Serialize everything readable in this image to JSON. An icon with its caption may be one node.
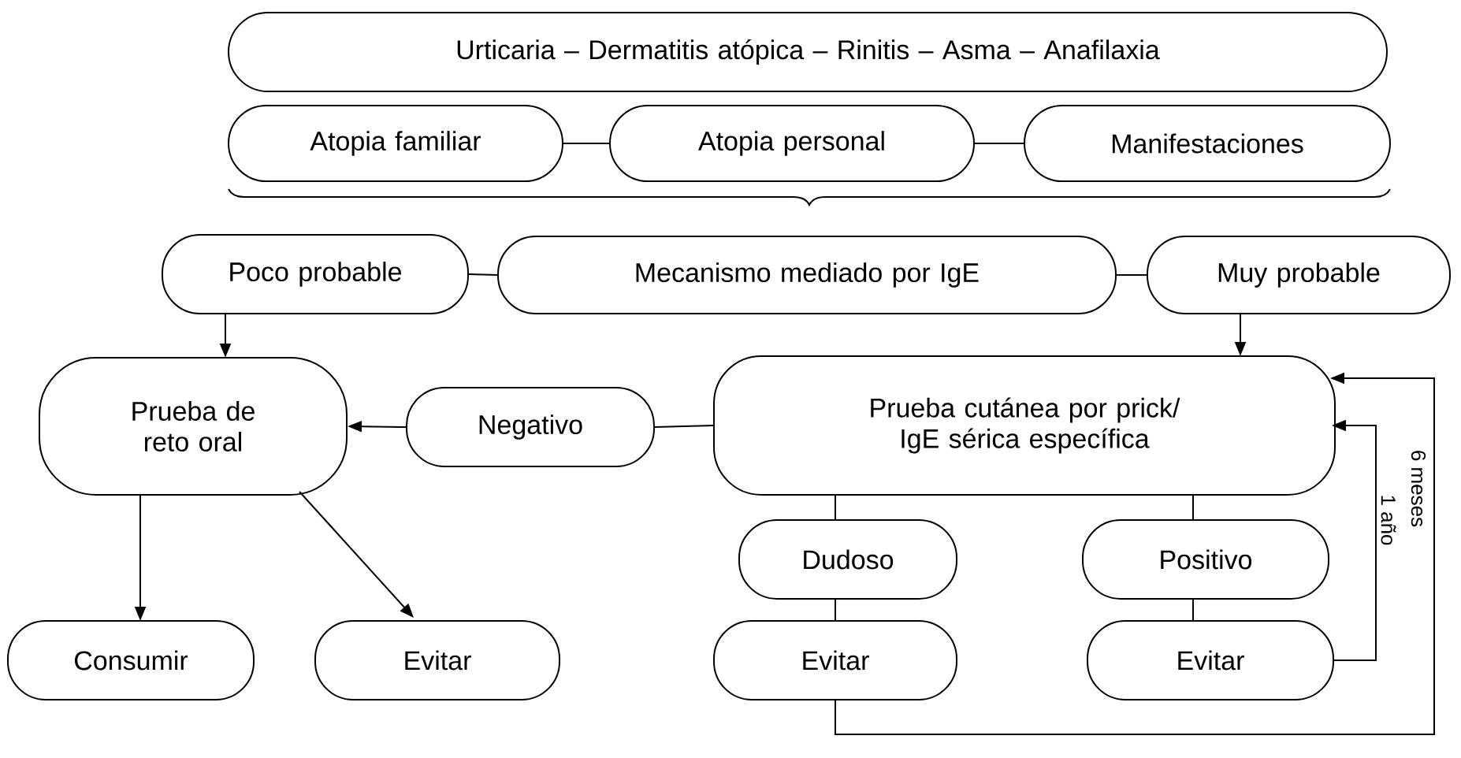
{
  "diagram": {
    "nodes": [
      {
        "text": [
          "Urticaria – Dermatitis atópica – Rinitis – Asma – Anafilaxia"
        ]
      },
      {
        "text": [
          "Atopia familiar"
        ]
      },
      {
        "text": [
          "Atopia personal"
        ]
      },
      {
        "text": [
          "Manifestaciones"
        ]
      },
      {
        "text": [
          "Poco probable"
        ]
      },
      {
        "text": [
          "Mecanismo mediado por IgE"
        ]
      },
      {
        "text": [
          "Muy probable"
        ]
      },
      {
        "text": [
          "Prueba de reto oral"
        ]
      },
      {
        "text": [
          "Negativo"
        ]
      },
      {
        "text": [
          "Prueba cutánea por prick/ IgE sérica específica"
        ]
      },
      {
        "text": [
          "Dudoso"
        ]
      },
      {
        "text": [
          "Positivo"
        ]
      },
      {
        "text": [
          "Consumir"
        ]
      },
      {
        "text": [
          "Evitar"
        ]
      },
      {
        "text": [
          "Evitar"
        ]
      },
      {
        "text": [
          "Evitar"
        ]
      }
    ],
    "edges": [
      {
        "from": 1,
        "to": 2,
        "arrow": "none"
      },
      {
        "from": 2,
        "to": 3,
        "arrow": "none"
      },
      {
        "from": 4,
        "to": 5,
        "arrow": "none"
      },
      {
        "from": 5,
        "to": 6,
        "arrow": "none"
      },
      {
        "from": 4,
        "to": 7,
        "arrow": "to"
      },
      {
        "from": 6,
        "to": 9,
        "arrow": "to"
      },
      {
        "from": 9,
        "to": 8,
        "arrow": "none"
      },
      {
        "from": 8,
        "to": 7,
        "arrow": "to"
      },
      {
        "from": 9,
        "to": 10,
        "arrow": "none"
      },
      {
        "from": 9,
        "to": 11,
        "arrow": "none"
      },
      {
        "from": 10,
        "to": 14,
        "arrow": "none"
      },
      {
        "from": 11,
        "to": 15,
        "arrow": "none"
      },
      {
        "from": 7,
        "to": 12,
        "arrow": "to"
      },
      {
        "from": 7,
        "to": 13,
        "arrow": "to"
      },
      {
        "from": 15,
        "to": 9,
        "arrow": "to",
        "label": "1 año"
      },
      {
        "from": 14,
        "to": 9,
        "arrow": "to",
        "label": "6 meses"
      }
    ]
  }
}
